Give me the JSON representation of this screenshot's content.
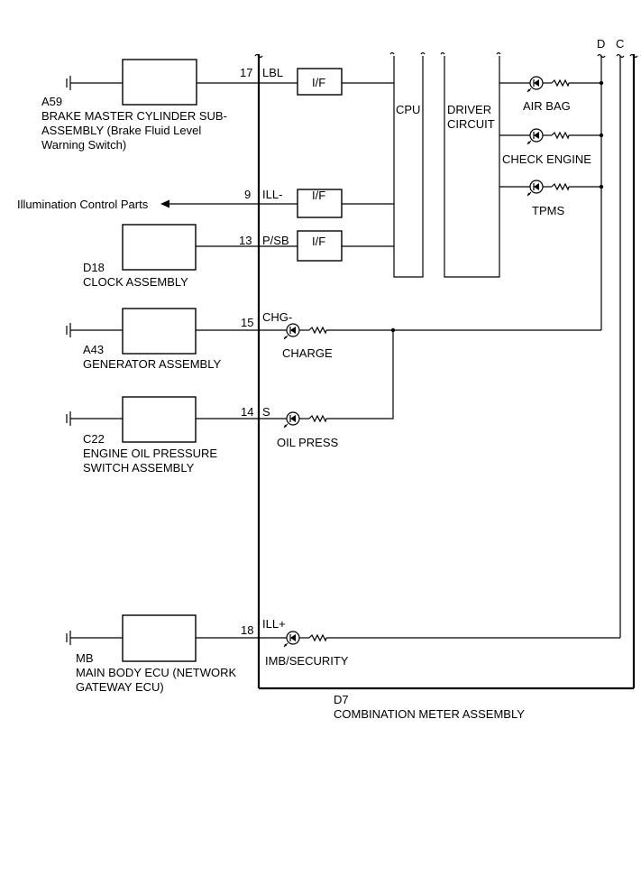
{
  "header": {
    "conn_d": "D",
    "conn_c": "C"
  },
  "components": {
    "a59": {
      "code": "A59",
      "line1": "BRAKE MASTER CYLINDER SUB-",
      "line2": "ASSEMBLY (Brake Fluid Level",
      "line3": "Warning Switch)"
    },
    "illum": {
      "label": "Illumination Control Parts"
    },
    "d18": {
      "code": "D18",
      "name": "CLOCK ASSEMBLY"
    },
    "a43": {
      "code": "A43",
      "name": "GENERATOR ASSEMBLY"
    },
    "c22": {
      "code": "C22",
      "line1": "ENGINE OIL PRESSURE",
      "line2": "SWITCH ASSEMBLY"
    },
    "mb": {
      "code": "MB",
      "line1": "MAIN BODY ECU (NETWORK",
      "line2": "GATEWAY ECU)"
    }
  },
  "meter": {
    "code": "D7",
    "name": "COMBINATION METER ASSEMBLY"
  },
  "pins": [
    {
      "num": "17",
      "name": "LBL"
    },
    {
      "num": "9",
      "name": "ILL-"
    },
    {
      "num": "13",
      "name": "P/SB"
    },
    {
      "num": "15",
      "name": "CHG-"
    },
    {
      "num": "14",
      "name": "S"
    },
    {
      "num": "18",
      "name": "ILL+"
    }
  ],
  "blocks": {
    "if_label": "I/F",
    "cpu": "CPU",
    "driver_line1": "DRIVER",
    "driver_line2": "CIRCUIT"
  },
  "indicators": {
    "air_bag": "AIR BAG",
    "check_engine": "CHECK ENGINE",
    "tpms": "TPMS",
    "charge": "CHARGE",
    "oil_press": "OIL PRESS",
    "imb_security": "IMB/SECURITY"
  }
}
